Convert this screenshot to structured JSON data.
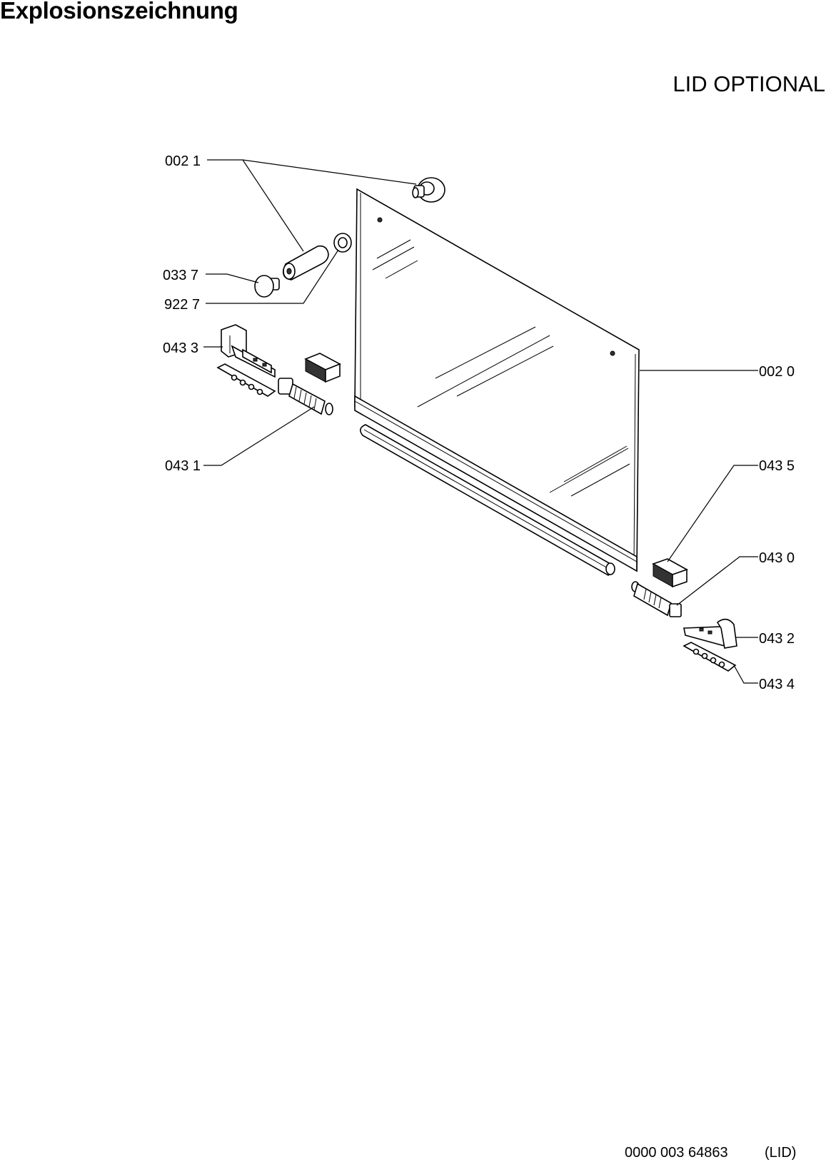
{
  "header": {
    "title": "Explosionszeichnung",
    "subtitle": "LID OPTIONAL"
  },
  "callouts": {
    "p0021": "002 1",
    "p0337": "033 7",
    "p9227": "922 7",
    "p0433": "043 3",
    "p0431": "043 1",
    "p0020": "002 0",
    "p0435": "043 5",
    "p0430": "043 0",
    "p0432": "043 2",
    "p0434": "043 4"
  },
  "footer": {
    "code": "0000 003 64863",
    "tag": "(LID)"
  }
}
